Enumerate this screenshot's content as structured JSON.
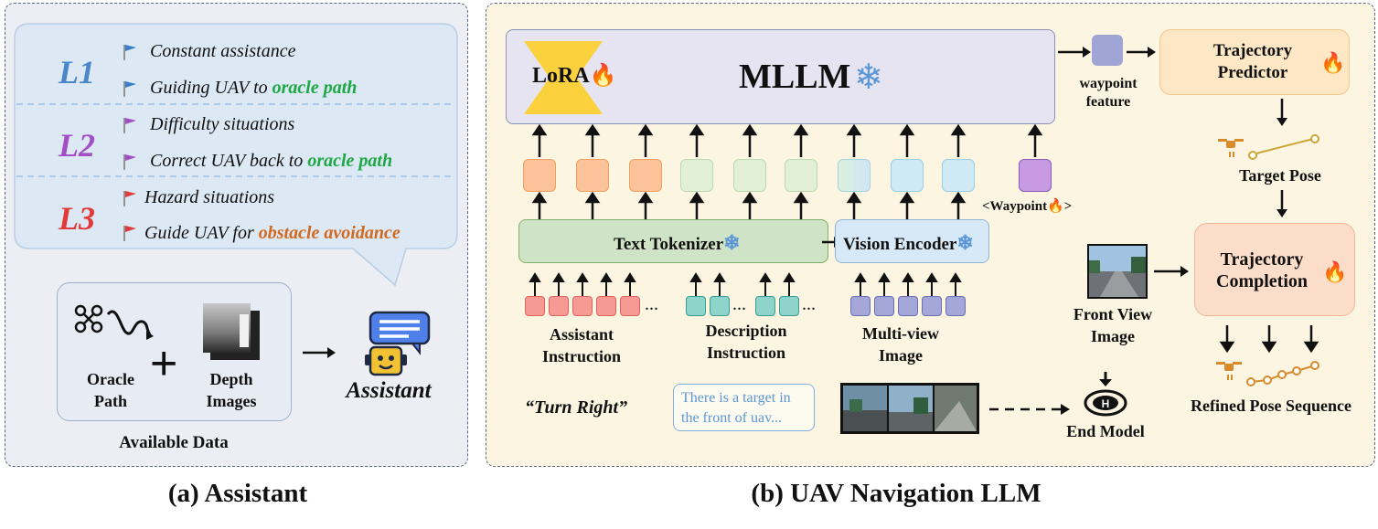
{
  "assistant": {
    "levels": [
      {
        "id": "L1",
        "color": "#4a87c8",
        "items": [
          {
            "text": "Constant assistance",
            "highlight": "",
            "hl_color": ""
          },
          {
            "text": "Guiding UAV to ",
            "highlight": "oracle path",
            "hl_color": "#1ea845"
          }
        ]
      },
      {
        "id": "L2",
        "color": "#a24fc6",
        "items": [
          {
            "text": "Difficulty situations",
            "highlight": "",
            "hl_color": ""
          },
          {
            "text": "Correct UAV back to ",
            "highlight": "oracle path",
            "hl_color": "#1ea845"
          }
        ]
      },
      {
        "id": "L3",
        "color": "#e23a3a",
        "items": [
          {
            "text": "Hazard situations",
            "highlight": "",
            "hl_color": ""
          },
          {
            "text": "Guide UAV for ",
            "highlight": "obstacle avoidance",
            "hl_color": "#d2691e"
          }
        ]
      }
    ],
    "oracle_path": "Oracle Path",
    "depth_images": "Depth Images",
    "plus": "+",
    "assistant_label": "Assistant",
    "available_data": "Available Data"
  },
  "nav": {
    "lora": "LoRA",
    "mllm": "MLLM",
    "waypoint_feature": "waypoint feature",
    "trajectory_predictor": "Trajectory Predictor",
    "target_pose": "Target Pose",
    "waypoint_token": "<Waypoint",
    "waypoint_token_end": ">",
    "text_tokenizer": "Text Tokenizer",
    "vision_encoder": "Vision Encoder",
    "trajectory_completion": "Trajectory Completion",
    "front_view_image": "Front View Image",
    "assistant_instruction": "Assistant Instruction",
    "description_instruction": "Description Instruction",
    "multi_view_image": "Multi-view Image",
    "turn_right": "“Turn Right”",
    "description_example": "There is a target in the front of uav...",
    "end_model": "End Model",
    "refined_pose_sequence": "Refined Pose Sequence",
    "ellipsis": "..."
  },
  "captions": {
    "a": "(a) Assistant",
    "b": "(b) UAV Navigation LLM"
  },
  "icons": {
    "flag": "flag-icon",
    "snowflake": "snowflake-icon",
    "fire": "fire-icon",
    "drone": "drone-icon",
    "robot": "robot-assistant-icon",
    "helipad": "helipad-icon"
  }
}
